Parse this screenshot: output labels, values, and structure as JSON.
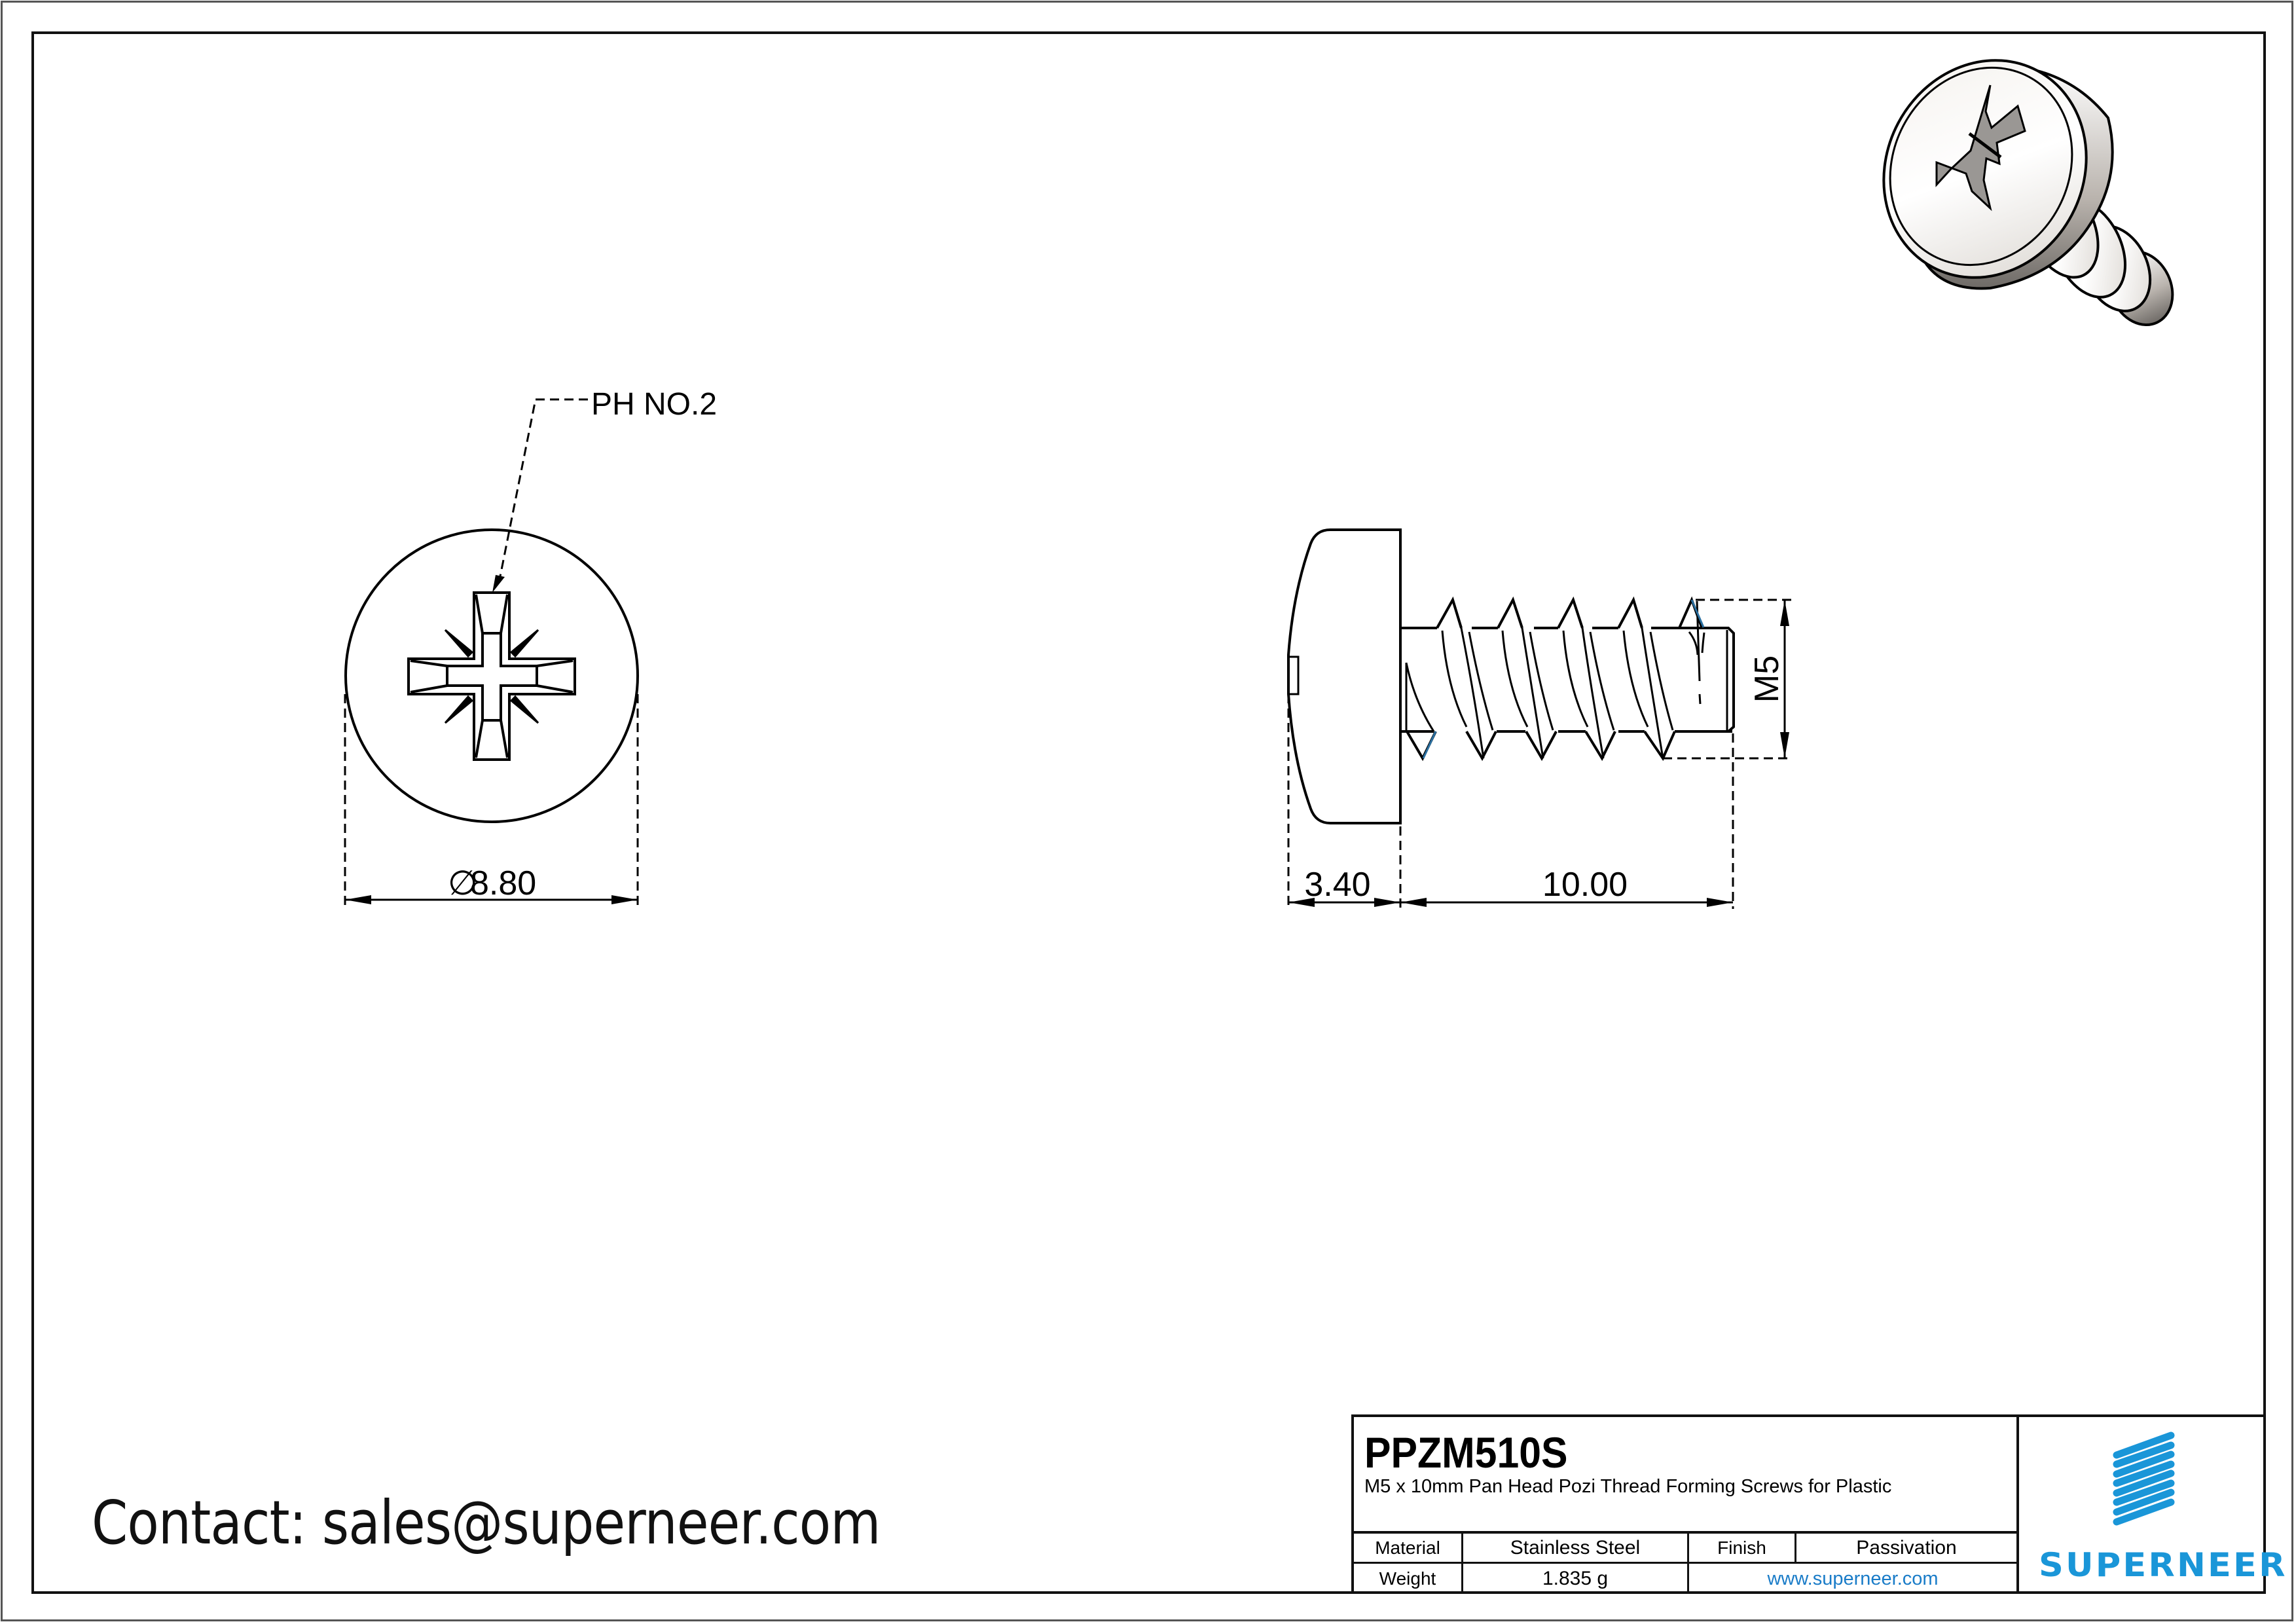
{
  "drawing": {
    "front_view": {
      "callout": "PH NO.2",
      "diameter_symbol": "∅",
      "diameter_value": "8.80"
    },
    "side_view": {
      "head_height": "3.40",
      "length": "10.00",
      "thread_size": "M5"
    },
    "isometric_view": {
      "description": "3D render of pan head pozi screw"
    }
  },
  "contact": {
    "text": "Contact: sales@superneer.com"
  },
  "title_block": {
    "part_number": "PPZM510S",
    "description": "M5 x 10mm Pan Head Pozi Thread Forming Screws for Plastic",
    "rows": [
      {
        "label": "Material",
        "value": "Stainless Steel",
        "label2": "Finish",
        "value2": "Passivation"
      },
      {
        "label": "Weight",
        "value": "1.835 g",
        "link": "www.superneer.com"
      }
    ],
    "logo": {
      "text": "SUPERNEER",
      "icon": "stripes-logo-icon",
      "color": "#1a96d8"
    }
  },
  "colors": {
    "line": "#000000",
    "accent_blue": "#1a96d8",
    "link_blue": "#1a7cc8",
    "edge_highlight": "#2a6fa0"
  }
}
